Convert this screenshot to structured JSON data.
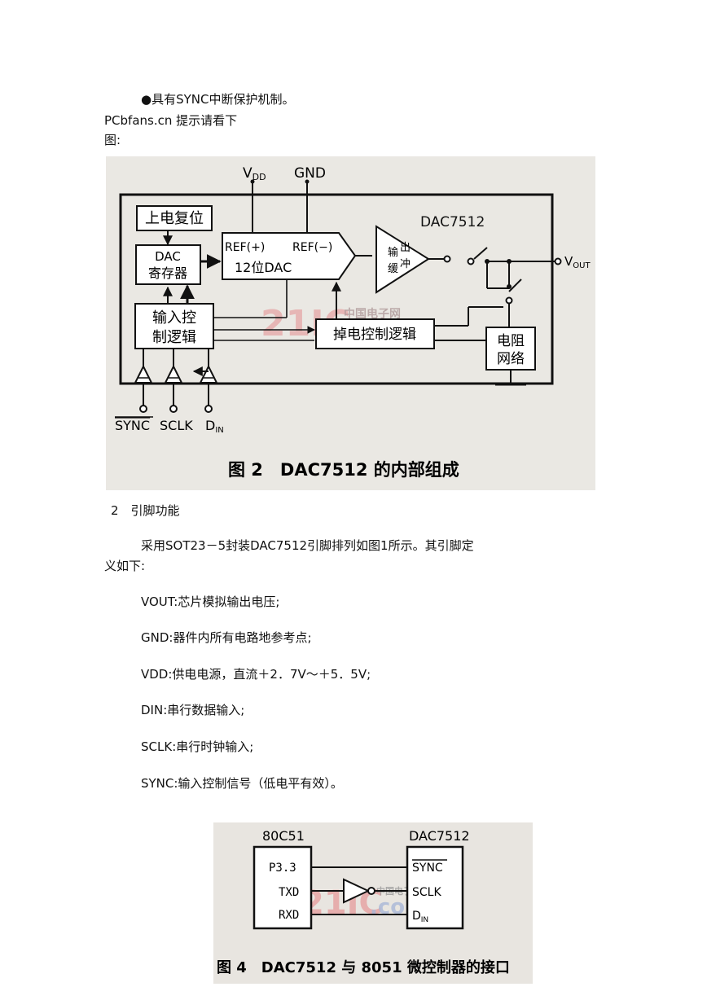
{
  "paragraphs": {
    "bullet_sync": "●具有SYNC中断保护机制。",
    "source_note_1": "PCbfans.cn 提示请看下",
    "source_note_2": "图:",
    "section_heading": "2　引脚功能",
    "pin_intro_1": "采用SOT23－5封装DAC7512引脚排列如图1所示。其引脚定",
    "pin_intro_2": "义如下:",
    "pins": [
      "VOUT:芯片模拟输出电压;",
      "GND:器件内所有电路地参考点;",
      "VDD:供电电源，直流＋2．7V～＋5．5V;",
      "DIN:串行数据输入;",
      "SCLK:串行时钟输入;",
      "SYNC:输入控制信号（低电平有效）。"
    ]
  },
  "figure2": {
    "caption": "图 2　DAC7512 的内部组成",
    "chip_name": "DAC7512",
    "vdd_main": "V",
    "vdd_sub": "DD",
    "gnd": "GND",
    "power_on_reset": "上电复位",
    "dac_reg_1": "DAC",
    "dac_reg_2": "寄存器",
    "ref_plus": "REF(+)",
    "ref_minus": "REF(−)",
    "dac_12bit": "12位DAC",
    "buffer_1": "输",
    "buffer_2": "出",
    "buffer_3": "缓",
    "buffer_4": "冲",
    "vout_main": "V",
    "vout_sub": "OUT",
    "input_ctrl_1": "输入控",
    "input_ctrl_2": "制逻辑",
    "powerdown_ctrl": "掉电控制逻辑",
    "resistor_net_1": "电阻",
    "resistor_net_2": "网络",
    "pin_sync": "SYNC",
    "pin_sclk": "SCLK",
    "pin_din_main": "D",
    "pin_din_sub": "IN",
    "watermark_1": "21IC",
    "watermark_2": "中国电子网"
  },
  "figure4": {
    "caption": "图 4　DAC7512 与 8051 微控制器的接口",
    "mcu_name": "80C51",
    "dac_name": "DAC7512",
    "pin_p33": "P3.3",
    "pin_txd": "TXD",
    "pin_rxd": "RXD",
    "pin_sync": "SYNC",
    "pin_sclk": "SCLK",
    "pin_din_main": "D",
    "pin_din_sub": "IN",
    "watermark_1": "21IC",
    "watermark_2": ".com",
    "watermark_3": "中国电子网"
  }
}
